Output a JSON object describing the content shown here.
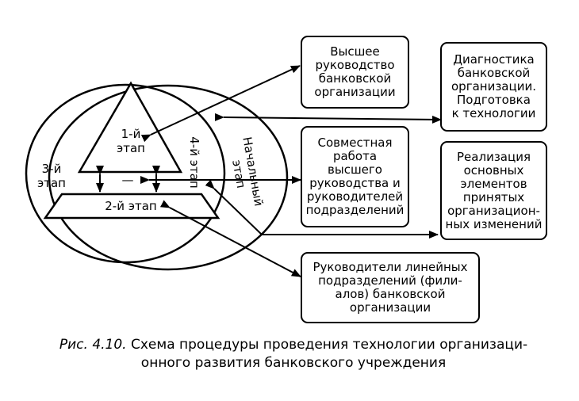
{
  "stages": {
    "stage1": "1-й\nэтап",
    "stage2": "2-й этап",
    "stage3": "3-й\nэтап",
    "stage4": "4-й этап",
    "initial": "Начальный\nэтап",
    "dash": "—"
  },
  "boxes": {
    "top_management": "Высшее\nруководство\nбанковской\nорганизации",
    "joint_work": "Совместная\nработа\nвысшего\nруководства и\nруководителей\nподразделений",
    "line_managers": "Руководители линейных\nподразделений (фили-\nалов) банковской\nорганизации",
    "diagnostics": "Диагностика\nбанковской\nорганизации.\nПодготовка\nк технологии",
    "implementation": "Реализация\nосновных\nэлементов\nпринятых\nорганизацион-\nных изменений"
  },
  "caption": {
    "figure": "Рис. 4.10.",
    "text": "Схема процедуры проведения технологии организаци-\nонного развития банковского учреждения"
  }
}
